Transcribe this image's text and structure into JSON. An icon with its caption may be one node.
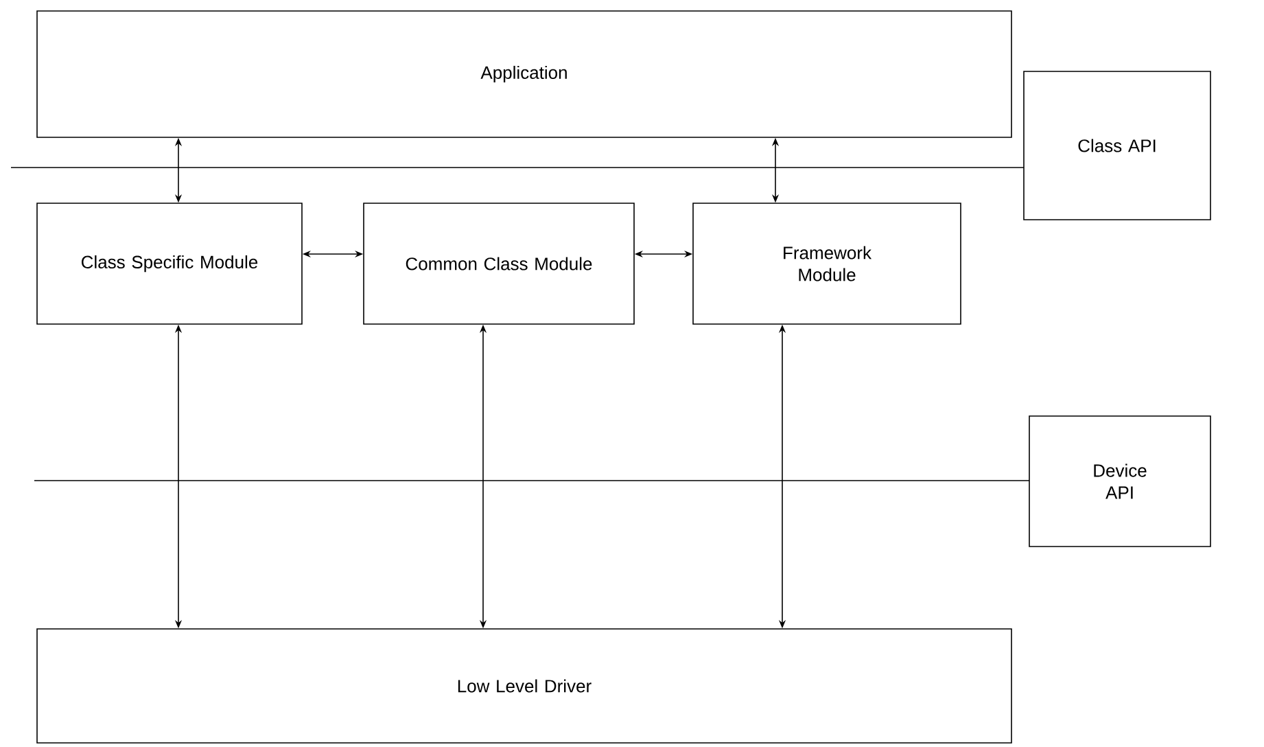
{
  "diagram": {
    "nodes": [
      {
        "text": [
          "Application"
        ]
      },
      {
        "text": [
          "Class API"
        ]
      },
      {
        "text": [
          "Class Specific Module"
        ]
      },
      {
        "text": [
          "Common Class Module"
        ]
      },
      {
        "text": [
          "Framework Module"
        ]
      },
      {
        "text": [
          "Device API"
        ]
      },
      {
        "text": [
          "Low Level Driver"
        ]
      }
    ],
    "edges": [
      {
        "from": 0,
        "to": 2,
        "arrow": "both"
      },
      {
        "from": 0,
        "to": 4,
        "arrow": "both"
      },
      {
        "from": 2,
        "to": 3,
        "arrow": "both"
      },
      {
        "from": 3,
        "to": 4,
        "arrow": "both"
      },
      {
        "from": 2,
        "to": 6,
        "arrow": "both"
      },
      {
        "from": 3,
        "to": 6,
        "arrow": "both"
      },
      {
        "from": 4,
        "to": 6,
        "arrow": "both"
      }
    ]
  }
}
